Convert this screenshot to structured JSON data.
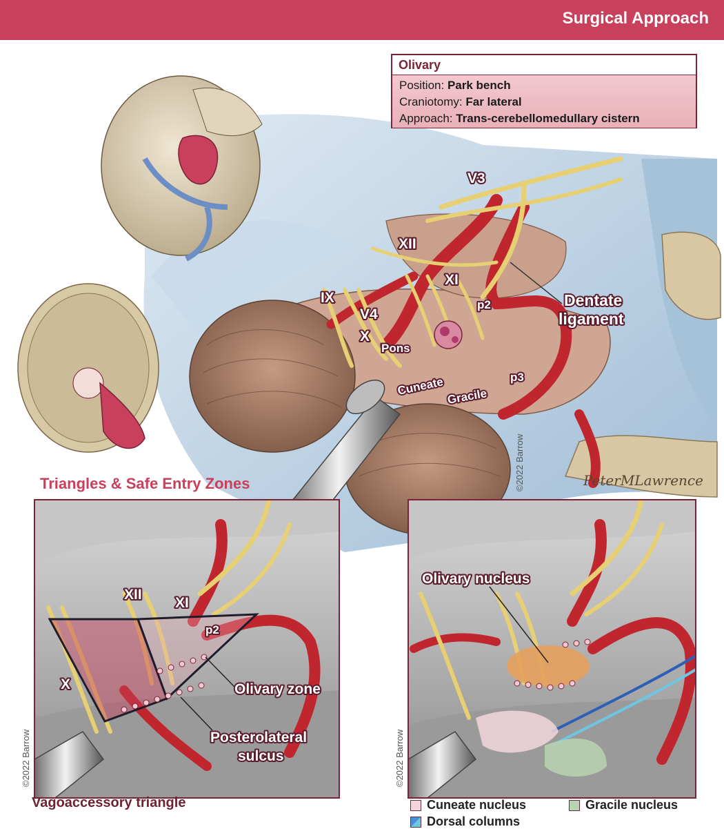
{
  "banner": {
    "title": "Surgical Approach"
  },
  "info_box": {
    "heading": "Olivary",
    "rows": [
      {
        "key": "Position:",
        "value": "Park bench"
      },
      {
        "key": "Craniotomy:",
        "value": "Far lateral"
      },
      {
        "key": "Approach:",
        "value": "Trans-cerebellomedullary cistern"
      }
    ]
  },
  "main_labels": {
    "v3": "V3",
    "xii": "XII",
    "xi": "XI",
    "ix": "IX",
    "v4": "V4",
    "x": "X",
    "p2": "p2",
    "pons": "Pons",
    "cuneate": "Cuneate",
    "gracile": "Gracile",
    "p3": "p3",
    "dentate_line1": "Dentate",
    "dentate_line2": "ligament"
  },
  "section_title": "Triangles & Safe Entry Zones",
  "left_inset": {
    "labels": {
      "xii": "XII",
      "xi": "XI",
      "p2": "p2",
      "x": "X",
      "olivary_zone": "Olivary zone",
      "posterolateral_line1": "Posterolateral",
      "posterolateral_line2": "sulcus"
    },
    "caption": "Vagoaccessory triangle"
  },
  "right_inset": {
    "labels": {
      "olivary_nucleus": "Olivary nucleus"
    }
  },
  "copyright": {
    "main": "©2022 Barrow",
    "left": "©2022 Barrow",
    "right": "©2022 Barrow"
  },
  "signature": "PeterMLawrence",
  "legend": [
    {
      "label": "Cuneate nucleus",
      "color": "#f3d6dc"
    },
    {
      "label": "Gracile nucleus",
      "color": "#b9d4b2"
    },
    {
      "label": "Dorsal columns",
      "color": "#4d8fd6"
    }
  ],
  "colors": {
    "brand": "#c8405c",
    "dark_maroon": "#7a2236",
    "artery": "#c0262d",
    "nerve": "#e7cf74",
    "dura": "#bcd3e6",
    "brainstem": "#b18a72"
  }
}
